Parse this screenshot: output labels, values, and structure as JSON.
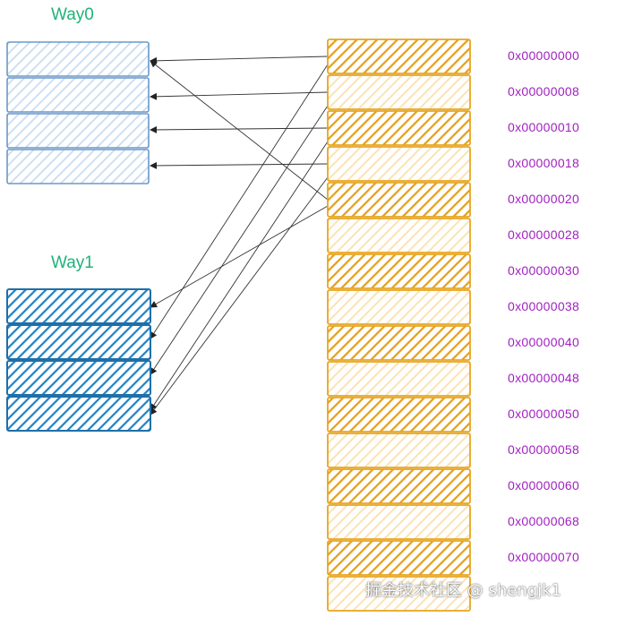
{
  "way0_label": "Way0",
  "way1_label": "Way1",
  "addresses": [
    "0x00000000",
    "0x00000008",
    "0x00000010",
    "0x00000018",
    "0x00000020",
    "0x00000028",
    "0x00000030",
    "0x00000038",
    "0x00000040",
    "0x00000048",
    "0x00000050",
    "0x00000058",
    "0x00000060",
    "0x00000068",
    "0x00000070"
  ],
  "watermark": "掘金技术社区 @ shengjk1",
  "colors": {
    "way0": "#6a98c8",
    "way1": "#2383c4",
    "memory": "#e7a521",
    "address_text": "#a020c0",
    "label_text": "#1fb37a"
  }
}
